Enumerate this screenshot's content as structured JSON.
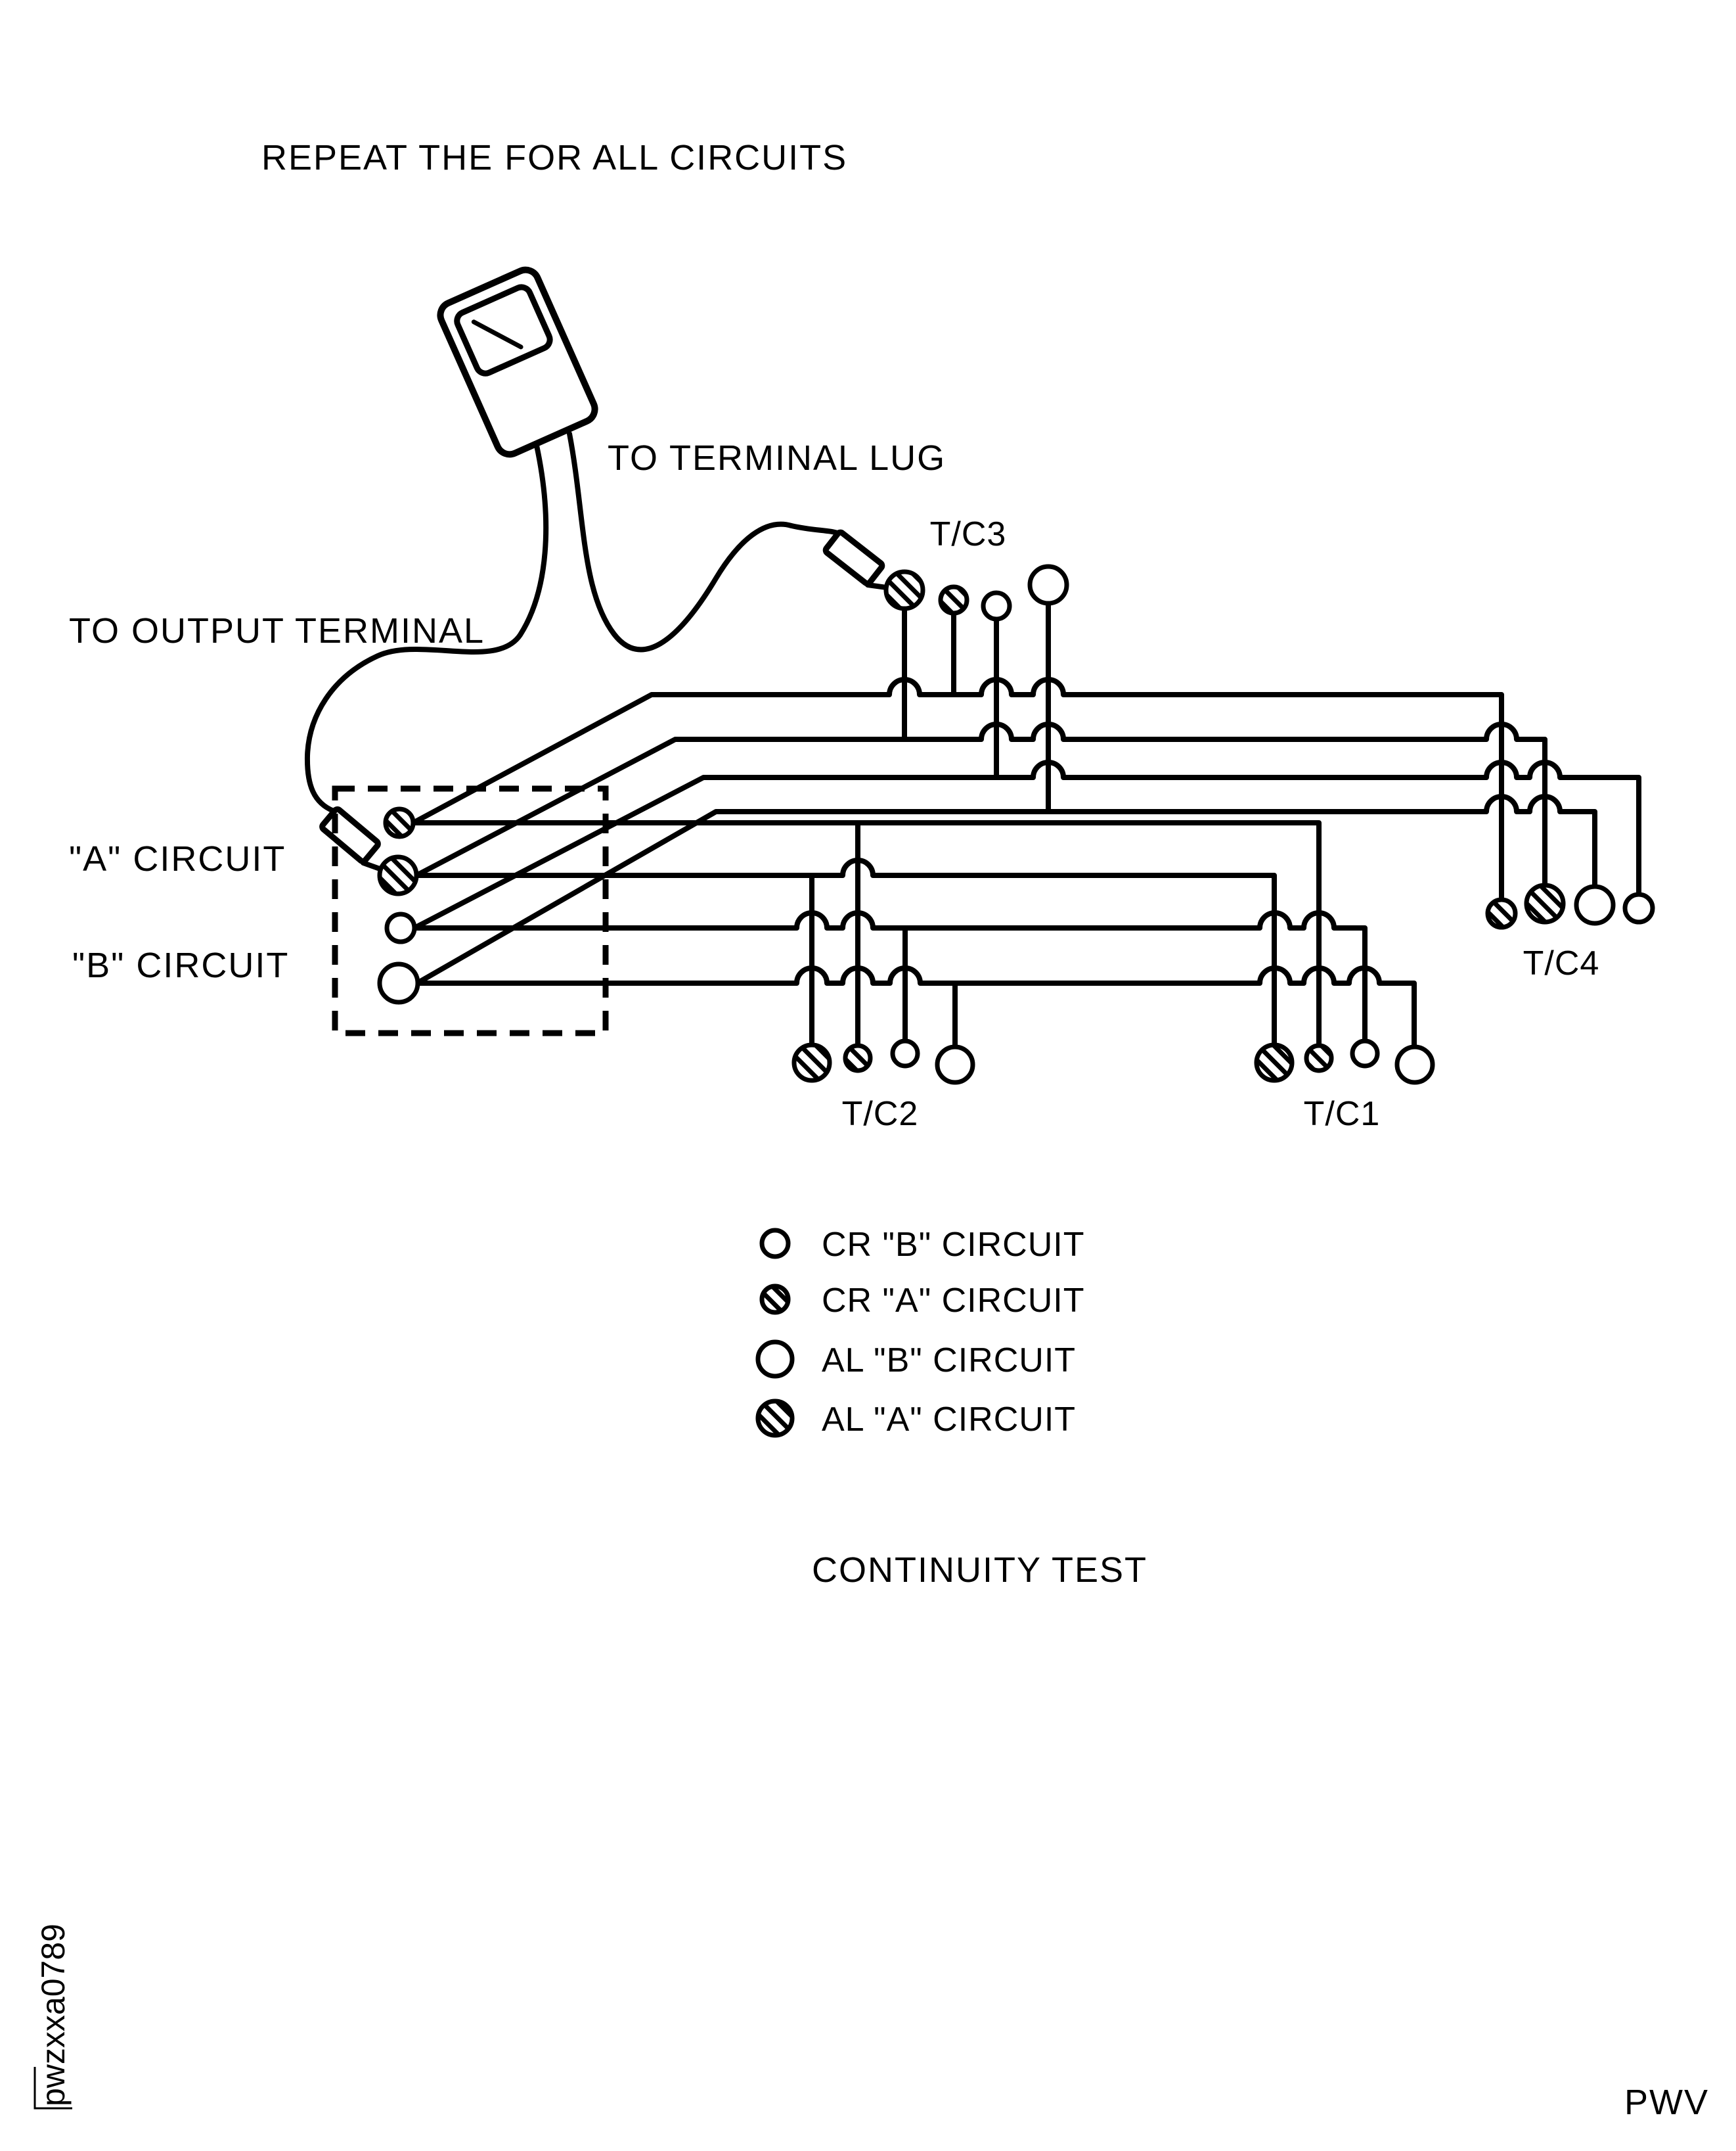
{
  "diagram": {
    "title": "REPEAT THE FOR ALL CIRCUITS",
    "caption": "CONTINUITY TEST",
    "footer_code": "pwzxxa0789",
    "footer_right": "PWV",
    "labels": {
      "terminal_lug": "TO TERMINAL LUG",
      "output_terminal": "TO OUTPUT TERMINAL",
      "circuit_a": "\"A\" CIRCUIT",
      "circuit_b": "\"B\" CIRCUIT"
    },
    "connectors": {
      "tc1": "T/C1",
      "tc2": "T/C2",
      "tc3": "T/C3",
      "tc4": "T/C4"
    },
    "legend": [
      {
        "symbol": "small-open-circle",
        "label": "CR \"B\" CIRCUIT"
      },
      {
        "symbol": "small-hatched-circle",
        "label": "CR \"A\" CIRCUIT"
      },
      {
        "symbol": "large-open-circle",
        "label": "AL \"B\" CIRCUIT"
      },
      {
        "symbol": "large-hatched-circle",
        "label": "AL \"A\" CIRCUIT"
      }
    ],
    "colors": {
      "ink": "#000000",
      "paper": "#ffffff"
    }
  }
}
